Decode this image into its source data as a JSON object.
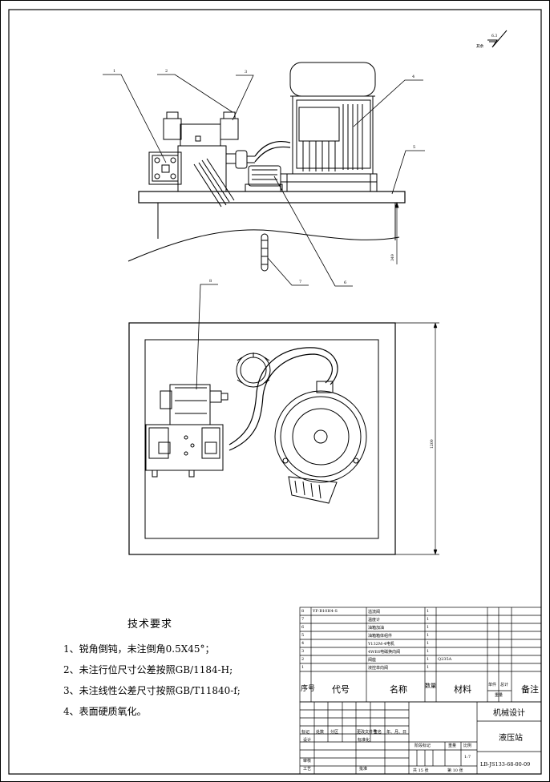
{
  "surface_mark": {
    "label": "其余",
    "value": "6.3"
  },
  "balloons": [
    "1",
    "2",
    "3",
    "4",
    "5",
    "6",
    "7",
    "8"
  ],
  "dims": {
    "height": "349",
    "depth": "1200"
  },
  "tech_requirements": {
    "title": "技术要求",
    "items": [
      "1、锐角倒钝，未注倒角0.5X45°；",
      "2、未注行位尺寸公差按照GB/1184-H;",
      "3、未注线性公差尺寸按照GB/T11840-f;",
      "4、表面硬质氧化。"
    ]
  },
  "bom": {
    "rows": [
      {
        "no": "8",
        "code": "YF-B10H4-S",
        "name": "溢流阀",
        "qty": "1",
        "material": ""
      },
      {
        "no": "7",
        "code": "",
        "name": "温度计",
        "qty": "1",
        "material": ""
      },
      {
        "no": "6",
        "code": "",
        "name": "油箱加油",
        "qty": "1",
        "material": ""
      },
      {
        "no": "5",
        "code": "",
        "name": "油箱箱体组件",
        "qty": "1",
        "material": ""
      },
      {
        "no": "4",
        "code": "",
        "name": "Y132M-4电机",
        "qty": "1",
        "material": ""
      },
      {
        "no": "3",
        "code": "",
        "name": "4WE6电磁换向阀",
        "qty": "1",
        "material": ""
      },
      {
        "no": "2",
        "code": "",
        "name": "阀座",
        "qty": "1",
        "material": "Q235A"
      },
      {
        "no": "1",
        "code": "",
        "name": "液控单向阀",
        "qty": "1",
        "material": ""
      }
    ],
    "header": {
      "no": "序号",
      "code": "代号",
      "name": "名称",
      "qty": "数量",
      "material": "材料",
      "unit_label": "单件",
      "total_label": "总计",
      "weight_label": "重量",
      "remark": "备注"
    }
  },
  "title_block": {
    "company": "机械设计",
    "drawing_name": "液压站",
    "drawing_no": "LB-JS133-68-00-09",
    "scale": "1:7",
    "stage_mark": "阶段标记",
    "weight": "重量",
    "ratio": "比例",
    "sheets": "共 15 张",
    "sheet": "第 10 张",
    "labels": {
      "mark": "标记",
      "count": "处数",
      "zone": "分区",
      "change_doc": "更改文件号",
      "sign": "签名",
      "date": "年、月、日",
      "design": "设计",
      "standard": "标准化",
      "review": "审核",
      "process": "工艺",
      "approve": "批准"
    }
  }
}
